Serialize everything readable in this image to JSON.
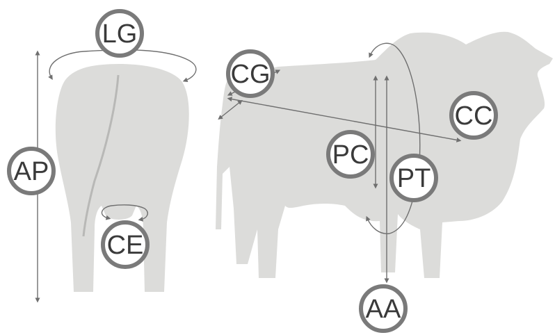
{
  "labels": {
    "lg": "LG",
    "ap": "AP",
    "ce": "CE",
    "cg": "CG",
    "cc": "CC",
    "pc": "PC",
    "pt": "PT",
    "aa": "AA"
  },
  "colors": {
    "silhouette": "#dcdcda",
    "measure_line": "#6f6f6f",
    "badge_ring": "#7a7a7a",
    "badge_text": "#3a3a3a"
  }
}
